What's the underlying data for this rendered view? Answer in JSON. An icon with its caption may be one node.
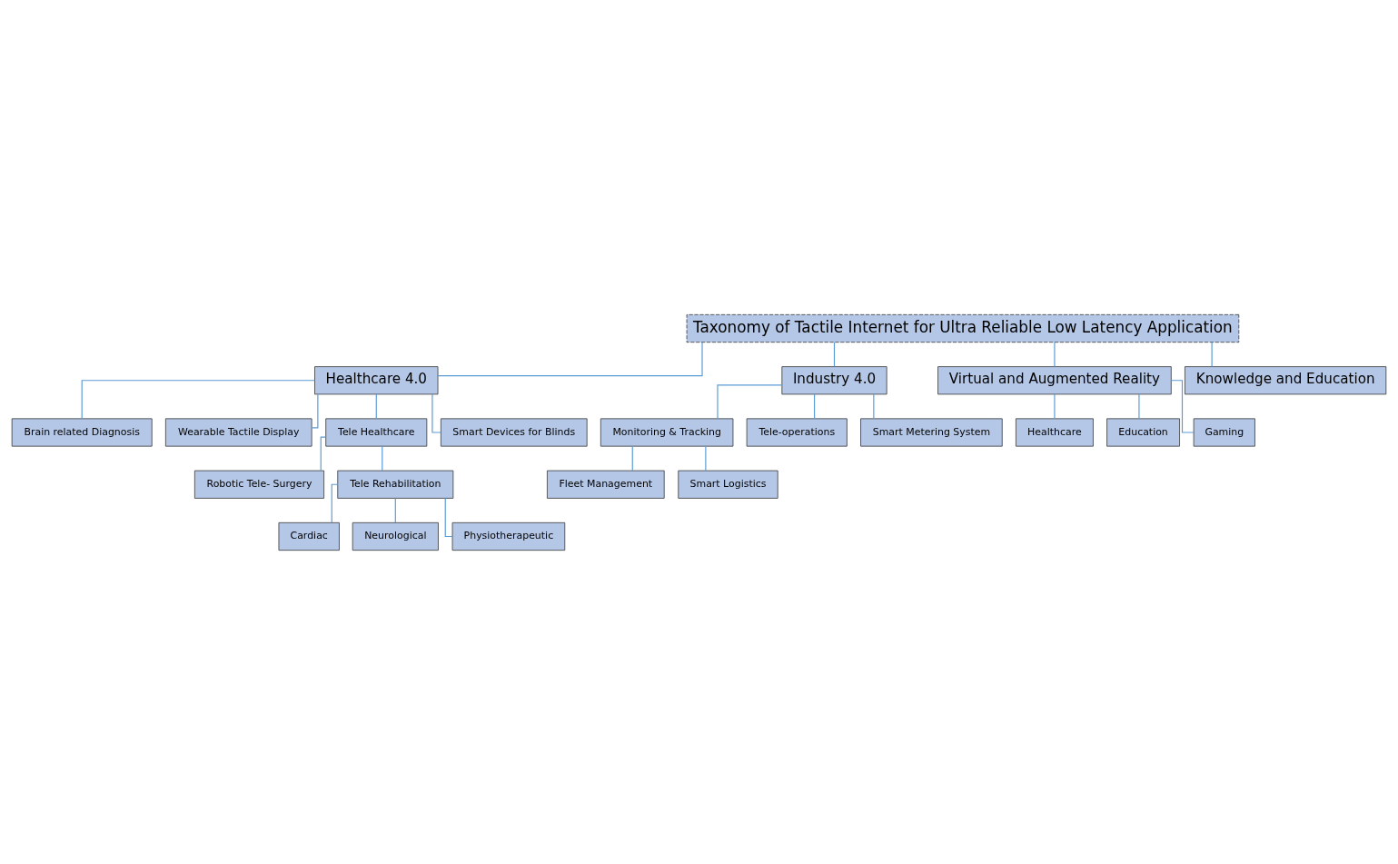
{
  "diagram": {
    "nodes": [
      {
        "text": [
          "Taxonomy of Tactile Internet for Ultra Reliable Low Latency Application"
        ]
      },
      {
        "text": [
          "Healthcare 4.0"
        ]
      },
      {
        "text": [
          "Industry 4.0"
        ]
      },
      {
        "text": [
          "Virtual and Augmented Reality"
        ]
      },
      {
        "text": [
          "Knowledge and Education"
        ]
      },
      {
        "text": [
          "Brain related Diagnosis"
        ]
      },
      {
        "text": [
          "Wearable Tactile Display"
        ]
      },
      {
        "text": [
          "Tele Healthcare"
        ]
      },
      {
        "text": [
          "Smart Devices for Blinds"
        ]
      },
      {
        "text": [
          "Monitoring & Tracking"
        ]
      },
      {
        "text": [
          "Tele-operations"
        ]
      },
      {
        "text": [
          "Smart Metering System"
        ]
      },
      {
        "text": [
          "Fleet Management"
        ]
      },
      {
        "text": [
          "Smart Logistics"
        ]
      },
      {
        "text": [
          "Healthcare"
        ]
      },
      {
        "text": [
          "Education"
        ]
      },
      {
        "text": [
          "Gaming"
        ]
      },
      {
        "text": [
          "Robotic Tele- Surgery"
        ]
      },
      {
        "text": [
          "Tele Rehabilitation"
        ]
      },
      {
        "text": [
          "Cardiac"
        ]
      },
      {
        "text": [
          "Neurological"
        ]
      },
      {
        "text": [
          "Physiotherapeutic"
        ]
      }
    ],
    "edges": [
      {
        "from": 0,
        "to": 1,
        "arrow": "none"
      },
      {
        "from": 0,
        "to": 2,
        "arrow": "none"
      },
      {
        "from": 0,
        "to": 3,
        "arrow": "none"
      },
      {
        "from": 0,
        "to": 4,
        "arrow": "none"
      },
      {
        "from": 1,
        "to": 5,
        "arrow": "none"
      },
      {
        "from": 1,
        "to": 6,
        "arrow": "none"
      },
      {
        "from": 1,
        "to": 7,
        "arrow": "none"
      },
      {
        "from": 1,
        "to": 8,
        "arrow": "none"
      },
      {
        "from": 2,
        "to": 9,
        "arrow": "none"
      },
      {
        "from": 2,
        "to": 10,
        "arrow": "none"
      },
      {
        "from": 2,
        "to": 11,
        "arrow": "none"
      },
      {
        "from": 9,
        "to": 12,
        "arrow": "none"
      },
      {
        "from": 9,
        "to": 13,
        "arrow": "none"
      },
      {
        "from": 3,
        "to": 14,
        "arrow": "none"
      },
      {
        "from": 3,
        "to": 15,
        "arrow": "none"
      },
      {
        "from": 3,
        "to": 16,
        "arrow": "none"
      },
      {
        "from": 7,
        "to": 17,
        "arrow": "none"
      },
      {
        "from": 7,
        "to": 18,
        "arrow": "none"
      },
      {
        "from": 18,
        "to": 19,
        "arrow": "none"
      },
      {
        "from": 18,
        "to": 20,
        "arrow": "none"
      },
      {
        "from": 18,
        "to": 21,
        "arrow": "none"
      }
    ]
  }
}
